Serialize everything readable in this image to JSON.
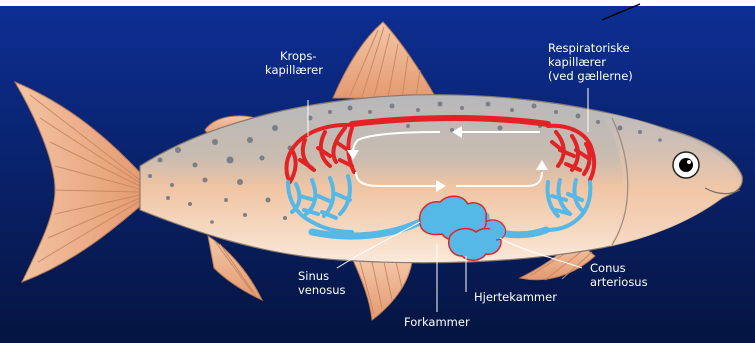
{
  "labels": {
    "krops_line1": "Krops-",
    "krops_line2": "kapillærer",
    "resp_line1": "Respiratoriske",
    "resp_line2": "kapillærer",
    "resp_line3": "(ved gællerne)",
    "sinus_line1": "Sinus",
    "sinus_line2": "venosus",
    "forkammer": "Forkammer",
    "hjertekammer": "Hjertekammer",
    "conus_line1": "Conus",
    "conus_line2": "arteriosus"
  },
  "colors": {
    "background_top": "#0b2a86",
    "background_bottom": "#06163f",
    "body_skin": "#f3cfb4",
    "back_grey": "#b9b9bc",
    "fin": "#eba882",
    "arterial_red": "#e32226",
    "venous_blue": "#55b8e6",
    "label_text": "#ffffff"
  }
}
